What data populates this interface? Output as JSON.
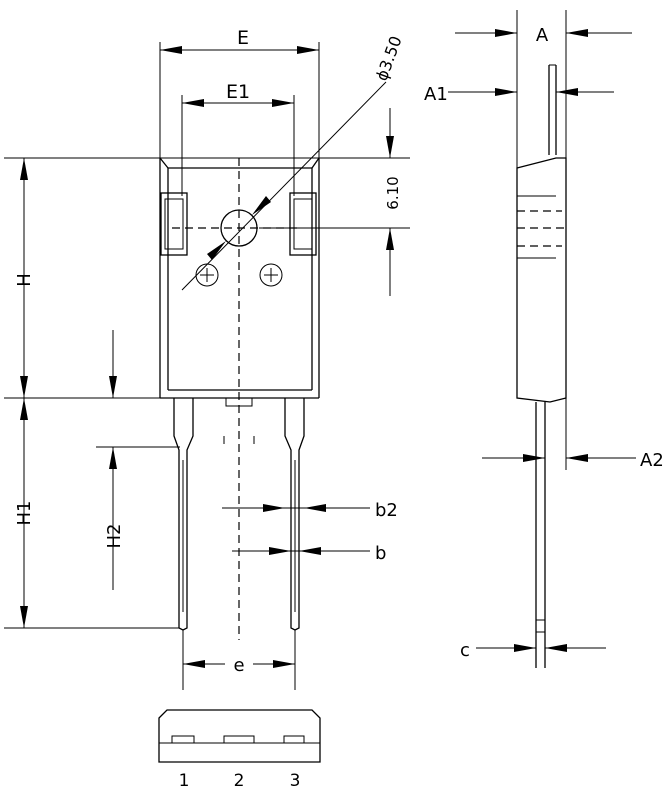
{
  "labels": {
    "E": "E",
    "E1": "E1",
    "hole_dia": "ϕ3.50",
    "dim_610": "6.10",
    "H": "H",
    "H1": "H1",
    "H2": "H2",
    "b2": "b2",
    "b": "b",
    "e": "e",
    "A": "A",
    "A1": "A1",
    "A2": "A2",
    "c": "c"
  },
  "pins": [
    "1",
    "2",
    "3"
  ]
}
